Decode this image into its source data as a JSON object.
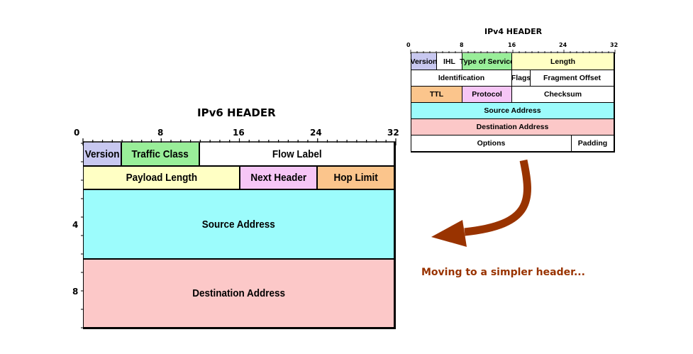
{
  "ipv6": {
    "title": "IPv6 HEADER",
    "bit_ticks": [
      "0",
      "8",
      "16",
      "24",
      "32"
    ],
    "row_ticks": [
      "4",
      "8"
    ],
    "fields": {
      "version": "Version",
      "traffic_class": "Traffic Class",
      "flow_label": "Flow Label",
      "payload_length": "Payload Length",
      "next_header": "Next Header",
      "hop_limit": "Hop Limit",
      "source_address": "Source Address",
      "destination_address": "Destination Address"
    }
  },
  "ipv4": {
    "title": "IPv4 HEADER",
    "bit_ticks": [
      "0",
      "8",
      "16",
      "24",
      "32"
    ],
    "fields": {
      "version": "Version",
      "ihl": "IHL",
      "type_of_service": "Type of Service",
      "length": "Length",
      "identification": "Identification",
      "flags": "Flags",
      "fragment_offset": "Fragment Offset",
      "ttl": "TTL",
      "protocol": "Protocol",
      "checksum": "Checksum",
      "source_address": "Source Address",
      "destination_address": "Destination Address",
      "options": "Options",
      "padding": "Padding"
    }
  },
  "caption": "Moving to a simpler header...",
  "colors": {
    "version": "#c8c8f0",
    "traffic_class": "#99ee99",
    "payload": "#ffffc4",
    "next_header": "#f6c6f6",
    "hop_limit": "#fbc58c",
    "source": "#9cfcfc",
    "destination": "#fcc8c8",
    "arrow": "#993300",
    "caption": "#993300"
  }
}
